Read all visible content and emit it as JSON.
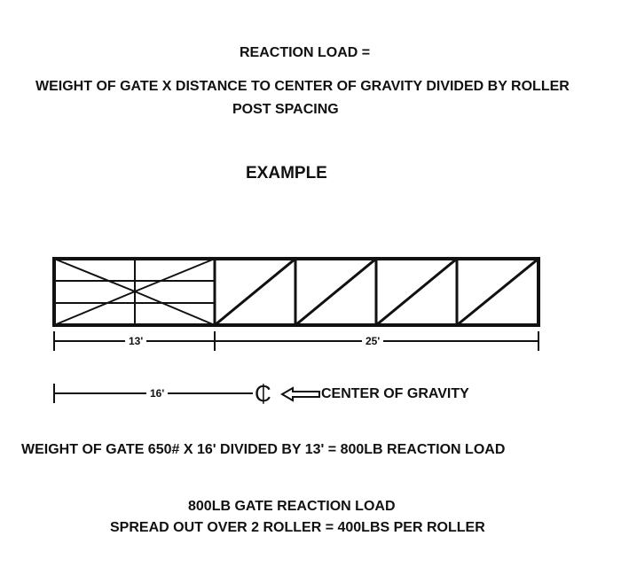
{
  "formula": {
    "line1": "REACTION LOAD =",
    "line2": "WEIGHT OF GATE  X  DISTANCE TO CENTER OF GRAVITY DIVIDED BY ROLLER",
    "line3": "POST SPACING"
  },
  "example_heading": "EXAMPLE",
  "dimensions": {
    "roller_spacing": "13'",
    "remaining_length": "25'",
    "cg_distance": "16'"
  },
  "cg_label": "CENTER OF GRAVITY",
  "cg_symbol": "₵",
  "calculation": "WEIGHT OF GATE 650#   X  16'  DIVIDED BY 13' = 800LB REACTION LOAD",
  "summary": {
    "line1": "800LB GATE REACTION LOAD",
    "line2": "SPREAD OUT OVER 2 ROLLER = 400LBS PER ROLLER"
  },
  "colors": {
    "ink": "#111111",
    "background": "#ffffff"
  }
}
